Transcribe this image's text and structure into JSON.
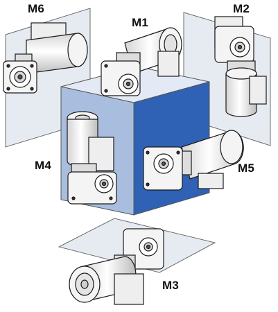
{
  "labels": {
    "m1": "M1",
    "m2": "M2",
    "m3": "M3",
    "m4": "M4",
    "m5": "M5",
    "m6": "M6"
  },
  "colors": {
    "cube_front": "#a9bede",
    "cube_right": "#2f61b4",
    "cube_top": "#e3eaf5",
    "plane": "#e6ebf2",
    "motor_body": "#f1f1f1",
    "outline": "#1a1a1a"
  }
}
